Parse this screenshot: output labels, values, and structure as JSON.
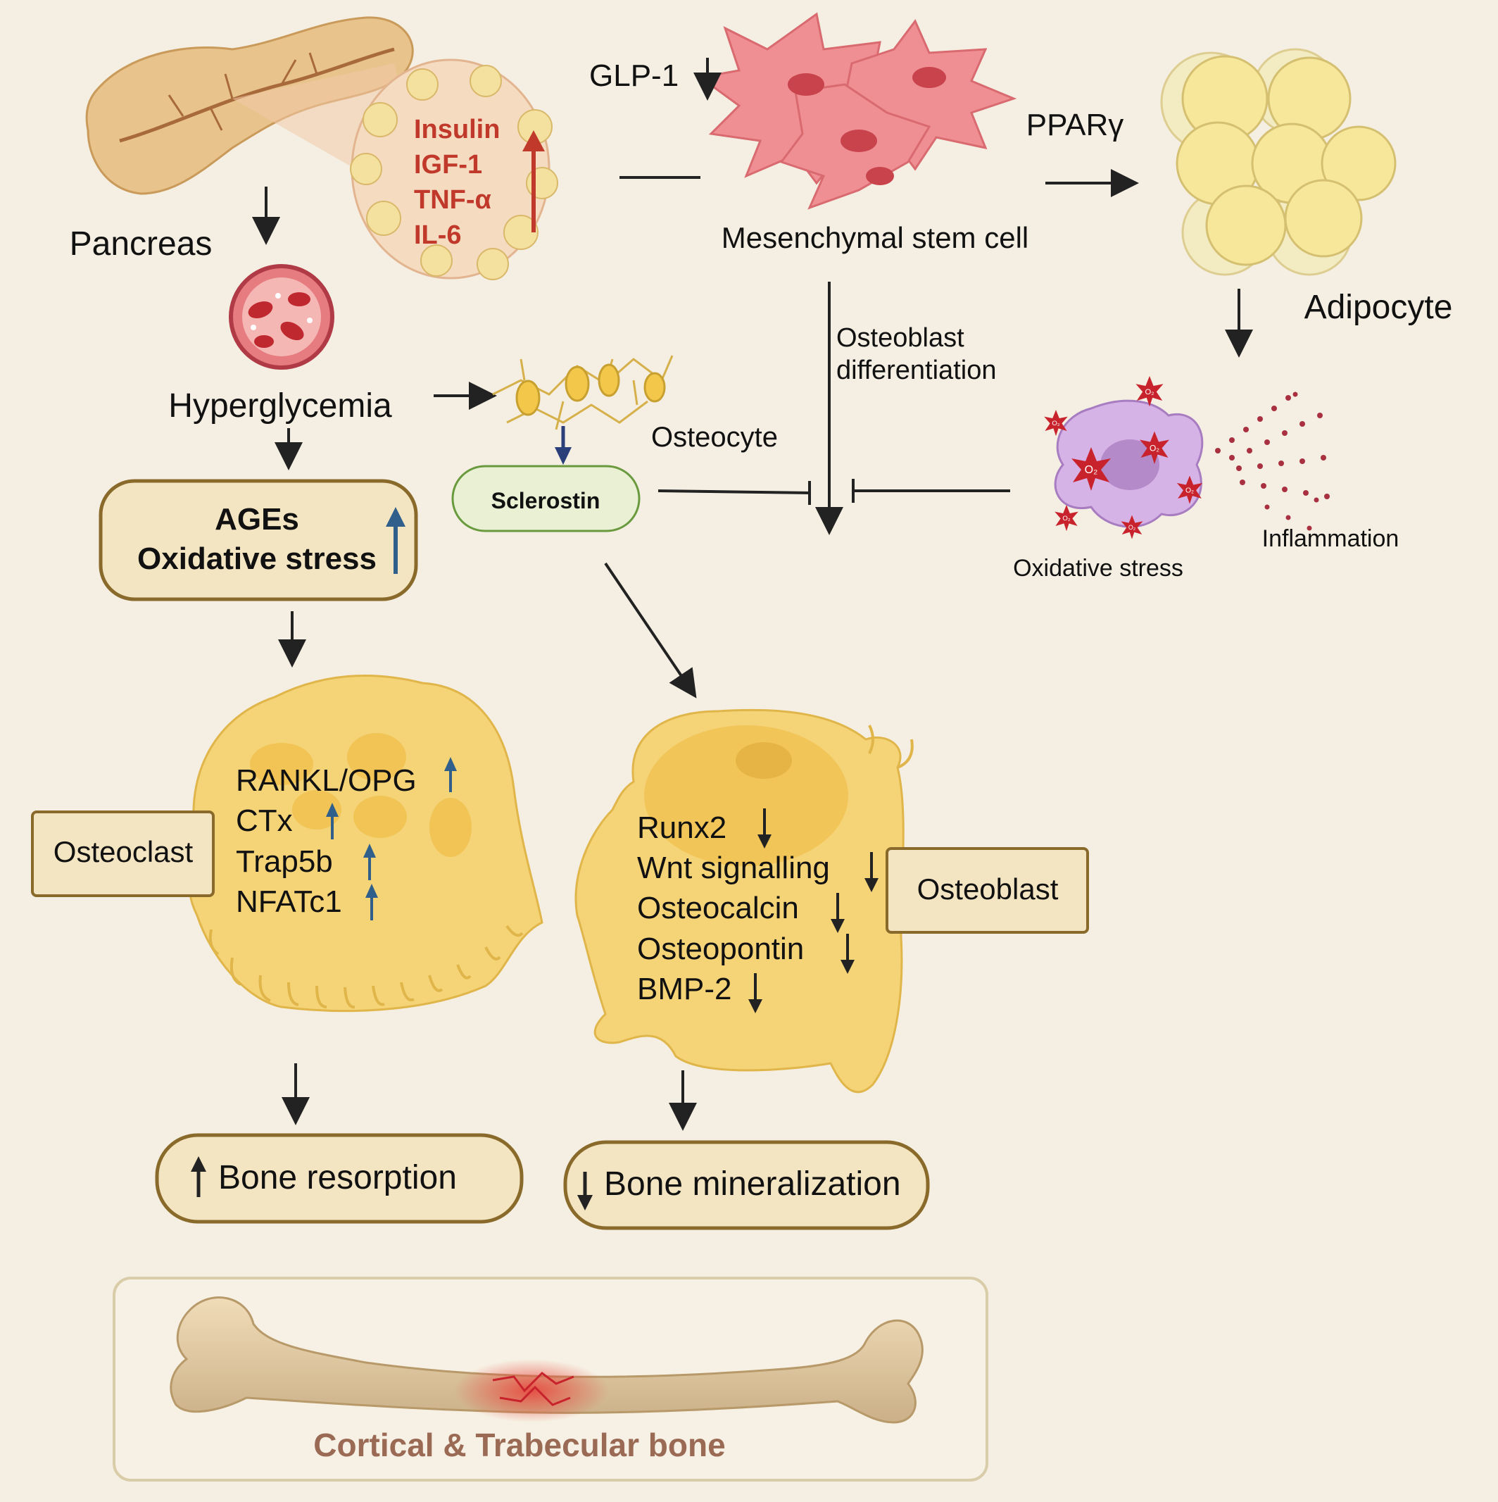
{
  "labels": {
    "pancreas": "Pancreas",
    "hyperglycemia": "Hyperglycemia",
    "glp1": "GLP-1",
    "pparg": "PPARγ",
    "msc": "Mesenchymal stem cell",
    "adipocyte": "Adipocyte",
    "ob_diff_1": "Osteoblast",
    "ob_diff_2": "differentiation",
    "osteocyte": "Osteocyte",
    "sclerostin": "Sclerostin",
    "oxidative_stress": "Oxidative stress",
    "inflammation": "Inflammation",
    "ages": "AGEs",
    "ages_ox": "Oxidative stress",
    "osteoclast": "Osteoclast",
    "osteoblast": "Osteoblast",
    "bone_resorption": "Bone resorption",
    "bone_mineralization": "Bone mineralization",
    "bone_caption": "Cortical & Trabecular bone",
    "o2": "O₂"
  },
  "pancreas_factors": [
    "Insulin",
    "IGF-1",
    "TNF-α",
    "IL-6"
  ],
  "osteoclast_markers": [
    "RANKL/OPG",
    "CTx",
    "Trap5b",
    "NFATc1"
  ],
  "osteoblast_markers": [
    "Runx2",
    "Wnt signalling",
    "Osteocalcin",
    "Osteopontin",
    "BMP-2"
  ],
  "colors": {
    "background": "#f4efe2",
    "box_fill": "#f3e5c2",
    "box_border": "#8a6a2a",
    "up_arrow": "#2f5f8a",
    "pancreas_text": "#c0392b",
    "bone_caption": "#9a6a55",
    "cell_fill": "#f5d478"
  }
}
